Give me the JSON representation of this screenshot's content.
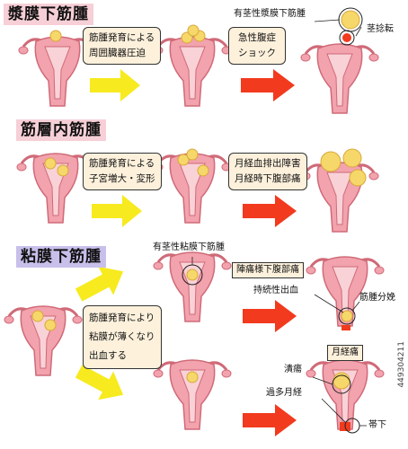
{
  "sections": {
    "subserosal": {
      "title": "漿膜下筋腫",
      "growth_text": [
        "筋腫発育による",
        "周囲臓器圧迫"
      ],
      "complication_text": [
        "急性腹症",
        "ショック"
      ],
      "callout_pedunculated": "有茎性漿膜下筋腫",
      "callout_torsion": "茎捻転"
    },
    "intramural": {
      "title": "筋層内筋腫",
      "growth_text": [
        "筋腫発育による",
        "子宮増大・変形"
      ],
      "symptom_text": [
        "月経血排出障害",
        "月経時下腹部痛"
      ]
    },
    "submucosal": {
      "title": "粘膜下筋腫",
      "callout_pedunculated": "有茎性粘膜下筋腫",
      "growth_text": [
        "筋腫発育により",
        "粘膜が薄くなり",
        "出血する"
      ],
      "symptom_pain": "陣痛様下腹部痛",
      "symptom_bleeding": "持続性出血",
      "symptom_delivery": "筋腫分娩",
      "symptom_dysmenorrhea": "月経痛",
      "symptom_ulcer": "潰瘍",
      "symptom_menorrhagia": "過多月経",
      "symptom_discharge": "帯下"
    }
  },
  "stock_id": "449304211",
  "colors": {
    "uterus": "#f2a3ad",
    "uterus_outline": "#d06a78",
    "myoma": "#f6d76a",
    "arrow_yellow": "#f7ea1f",
    "arrow_red": "#f23a1e"
  }
}
